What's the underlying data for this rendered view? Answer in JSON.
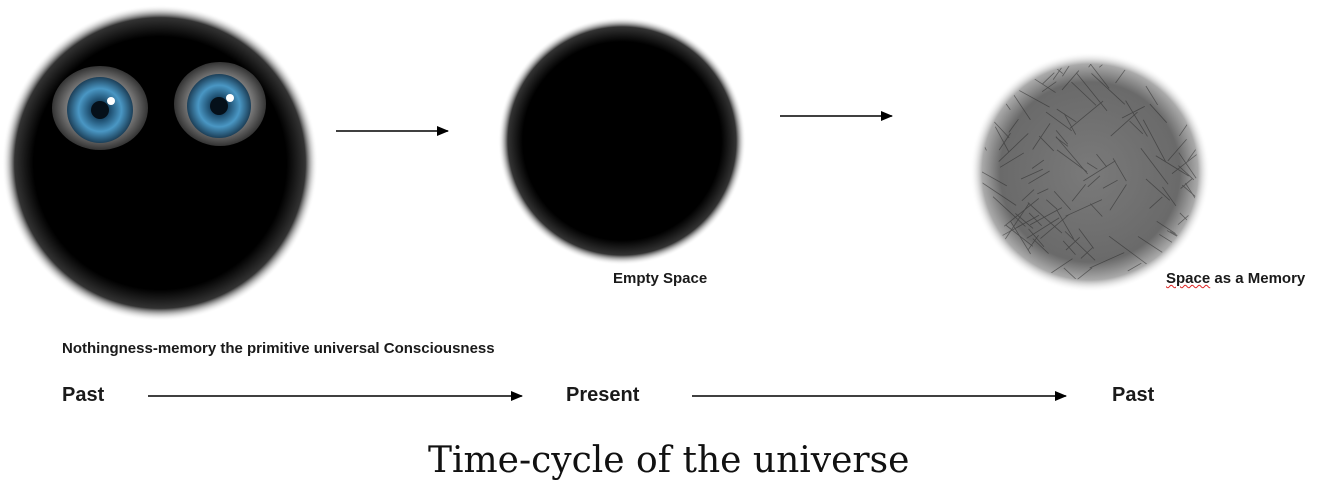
{
  "stages": [
    {
      "caption": "Nothingness-memory the primitive universal Consciousness"
    },
    {
      "caption": "Empty Space"
    },
    {
      "caption_word1": "Space",
      "caption_rest": " as a Memory"
    }
  ],
  "timeline": [
    "Past",
    "Present",
    "Past"
  ],
  "title": "Time-cycle of the universe",
  "colors": {
    "sphere": "#000000",
    "memory_sphere": "#6f6f6f",
    "iris": "#3b7fa8",
    "text": "#1a1a1a",
    "spell_underline": "#d22222"
  }
}
